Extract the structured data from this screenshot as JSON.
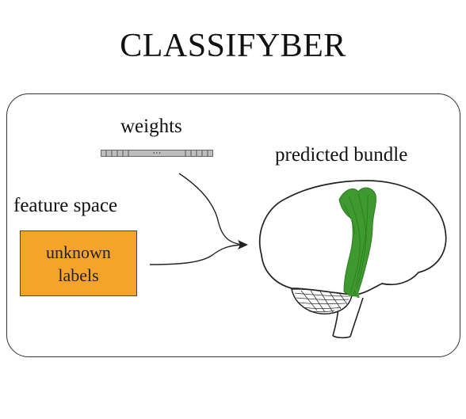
{
  "title": "CLASSIFYBER",
  "weights_label": "weights",
  "weights_dots": "···",
  "feature_space_label": "feature space",
  "unknown_labels": {
    "line1": "unknown",
    "line2": "labels"
  },
  "predicted_label": "predicted bundle",
  "colors": {
    "box_fill": "#f5a32b",
    "bundle": "#3e9a2e",
    "bar": "#bdbdbd"
  },
  "icons": [
    "brain-outline-icon",
    "cerebellum-icon",
    "fiber-bundle-icon",
    "arrow-icon"
  ]
}
